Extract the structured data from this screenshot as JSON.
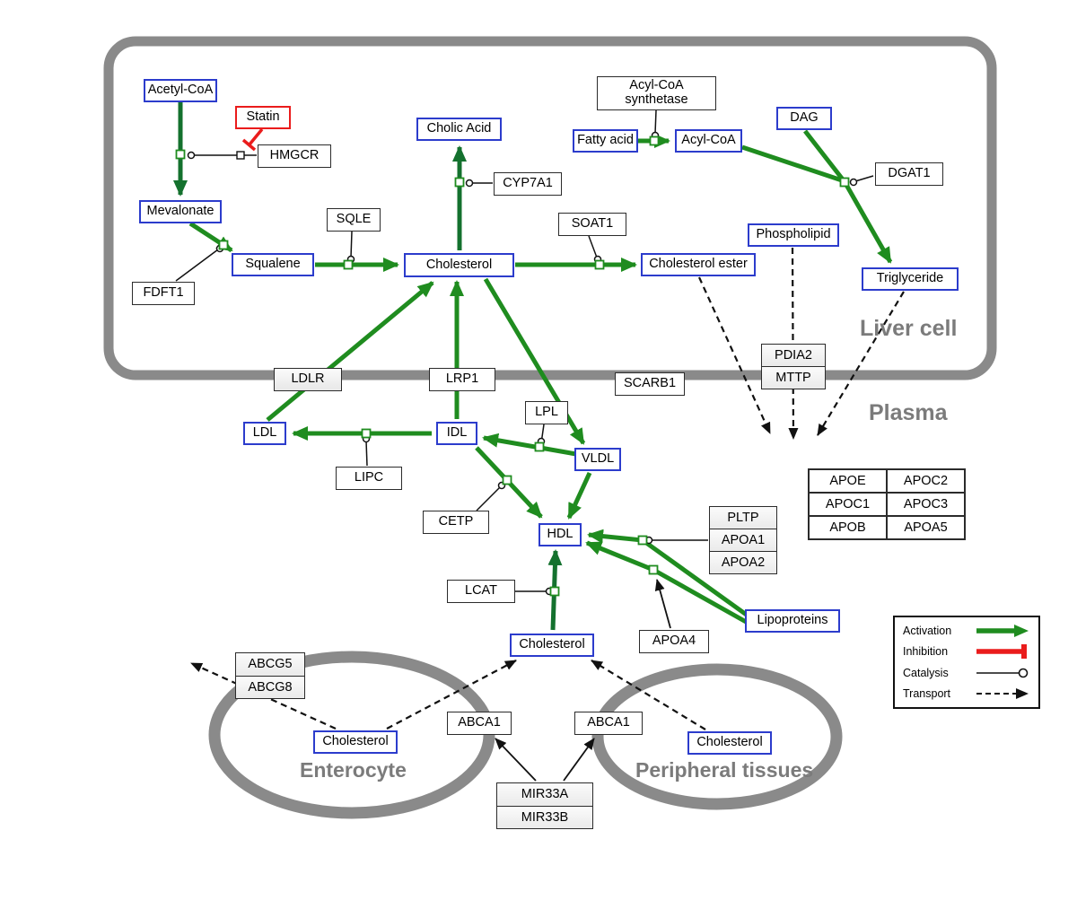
{
  "colors": {
    "metabolite_border": "#2c3ccc",
    "enzyme_border": "#2b2b2b",
    "activation_green": "#1f8c1f",
    "activation_green_dark": "#14712e",
    "inhibition_red": "#ea1c1c",
    "membrane_gray": "#8a8a8a",
    "compartment_label_gray": "#7b7b7b"
  },
  "compartments": {
    "liver": "Liver cell",
    "plasma": "Plasma",
    "enterocyte": "Enterocyte",
    "peripheral": "Peripheral tissues"
  },
  "legend": {
    "activation": "Activation",
    "inhibition": "Inhibition",
    "catalysis": "Catalysis",
    "transport": "Transport"
  },
  "nodes": {
    "acetyl_coa": "Acetyl-CoA",
    "statin": "Statin",
    "hmgcr": "HMGCR",
    "mevalonate": "Mevalonate",
    "fdft1": "FDFT1",
    "squalene": "Squalene",
    "sqle": "SQLE",
    "cholic_acid": "Cholic Acid",
    "cyp7a1": "CYP7A1",
    "cholesterol_liver": "Cholesterol",
    "soat1": "SOAT1",
    "cholesterol_ester": "Cholesterol ester",
    "fatty_acid": "Fatty acid",
    "acyl_coa": "Acyl-CoA",
    "acyl_coa_synthetase_line1": "Acyl-CoA",
    "acyl_coa_synthetase_line2": "synthetase",
    "dag": "DAG",
    "dgat1": "DGAT1",
    "phospholipid": "Phospholipid",
    "triglyceride": "Triglyceride",
    "pdia2": "PDIA2",
    "mttp": "MTTP",
    "ldlr": "LDLR",
    "lrp1": "LRP1",
    "scarb1": "SCARB1",
    "ldl": "LDL",
    "idl": "IDL",
    "lipc": "LIPC",
    "lpl": "LPL",
    "vldl": "VLDL",
    "cetp": "CETP",
    "hdl": "HDL",
    "lcat": "LCAT",
    "pltp": "PLTP",
    "apoa1": "APOA1",
    "apoa2": "APOA2",
    "apoa4": "APOA4",
    "lipoproteins": "Lipoproteins",
    "apoe": "APOE",
    "apoc2": "APOC2",
    "apoc1": "APOC1",
    "apoc3": "APOC3",
    "apob": "APOB",
    "apoa5": "APOA5",
    "cholesterol_plasma": "Cholesterol",
    "abcg5": "ABCG5",
    "abcg8": "ABCG8",
    "cholesterol_enterocyte": "Cholesterol",
    "abca1_enterocyte": "ABCA1",
    "abca1_peripheral": "ABCA1",
    "cholesterol_peripheral": "Cholesterol",
    "mir33a": "MIR33A",
    "mir33b": "MIR33B"
  }
}
